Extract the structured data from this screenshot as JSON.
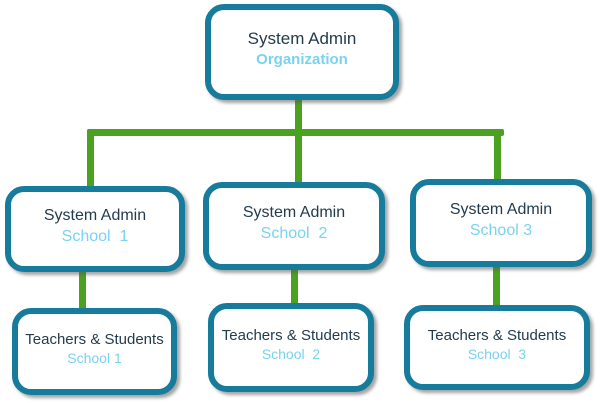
{
  "colors": {
    "node_border_teal": "#177C9C",
    "connector_green": "#4BA220",
    "title_color": "#233C4D",
    "subtitle_color": "#79D2F0",
    "background": "#FFFFFF"
  },
  "nodes": {
    "root": {
      "title": "System Admin",
      "subtitle": "Organization"
    },
    "admins": [
      {
        "title": "System Admin",
        "subtitle": "School  1"
      },
      {
        "title": "System Admin",
        "subtitle": "School  2"
      },
      {
        "title": "System Admin",
        "subtitle": "School 3"
      }
    ],
    "staff": [
      {
        "title": "Teachers & Students",
        "subtitle": "School 1"
      },
      {
        "title": "Teachers & Students",
        "subtitle": "School  2"
      },
      {
        "title": "Teachers & Students",
        "subtitle": "School  3"
      }
    ]
  }
}
